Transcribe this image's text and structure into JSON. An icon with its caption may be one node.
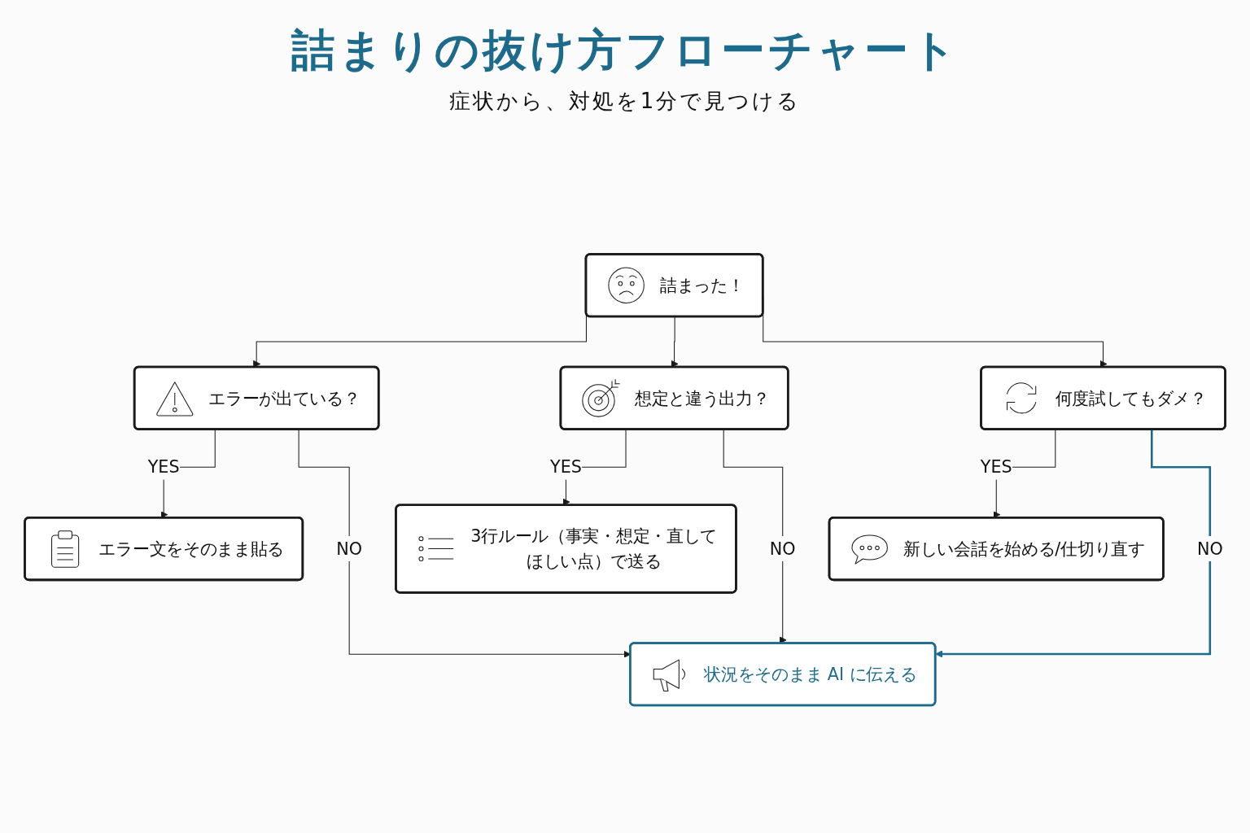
{
  "diagram": {
    "title": "詰まりの抜け方フローチャート",
    "nodes": [
      {
        "text": [
          "詰まった！"
        ]
      },
      {
        "text": [
          "エラーが出ている？"
        ]
      },
      {
        "text": [
          "想定と違う出力？"
        ]
      },
      {
        "text": [
          "何度試してもダメ？"
        ]
      },
      {
        "text": [
          "エラー文をそのまま貼る"
        ]
      },
      {
        "text": [
          "3行ルール（事実・想定・直してほしい点）で送る"
        ]
      },
      {
        "text": [
          "新しい会話を始める/仕切り直す"
        ]
      },
      {
        "text": [
          "状況をそのまま AI に伝える"
        ]
      }
    ],
    "edges": [
      {
        "from": 0,
        "to": 1,
        "arrow": "to"
      },
      {
        "from": 0,
        "to": 2,
        "arrow": "to"
      },
      {
        "from": 0,
        "to": 3,
        "arrow": "to"
      },
      {
        "from": 1,
        "to": 4,
        "arrow": "to",
        "label": "YES"
      },
      {
        "from": 1,
        "to": 7,
        "arrow": "to",
        "label": "NO"
      },
      {
        "from": 2,
        "to": 5,
        "arrow": "to",
        "label": "YES"
      },
      {
        "from": 2,
        "to": 7,
        "arrow": "to",
        "label": "NO"
      },
      {
        "from": 3,
        "to": 6,
        "arrow": "to",
        "label": "YES"
      },
      {
        "from": 3,
        "to": 7,
        "arrow": "to",
        "label": "NO",
        "color": "#1d6b8c"
      }
    ],
    "labels": [
      "症状から、対処を1分で見つける"
    ]
  }
}
